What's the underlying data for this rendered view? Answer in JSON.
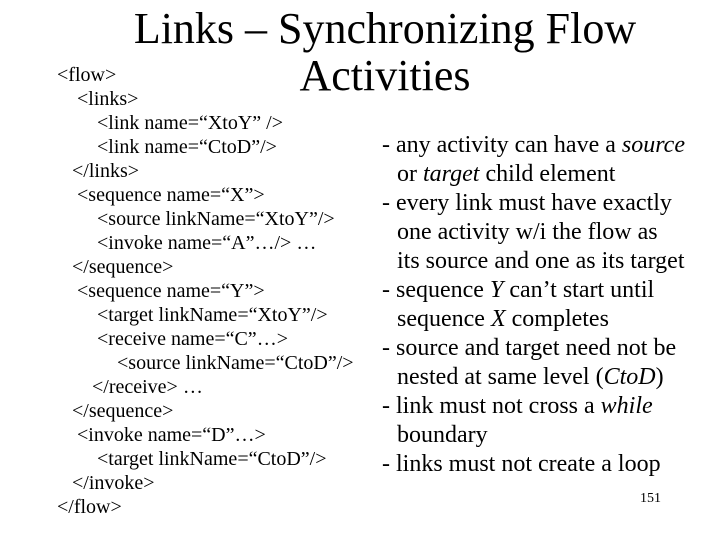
{
  "slide": {
    "title": {
      "line1": "Links – Synchronizing Flow",
      "line2": "Activities"
    },
    "page_number": "151",
    "colors": {
      "background": "#ffffff",
      "text": "#000000"
    }
  },
  "code_block": {
    "lines": [
      "<flow>",
      "    <links>",
      "        <link name=“XtoY” />",
      "        <link name=“CtoD”/>",
      "   </links>",
      "    <sequence name=“X”>",
      "        <source linkName=“XtoY”/>",
      "        <invoke name=“A”…/> …",
      "   </sequence>",
      "    <sequence name=“Y”>",
      "        <target linkName=“XtoY”/>",
      "        <receive name=“C”…>",
      "            <source linkName=“CtoD”/>",
      "       </receive> …",
      "   </sequence>",
      "    <invoke name=“D”…>",
      "        <target linkName=“CtoD”/>",
      "   </invoke>",
      "</flow>"
    ]
  },
  "bullets": {
    "items": [
      {
        "cont": false,
        "segments": [
          {
            "text": "- any activity can have a ",
            "italic": false
          },
          {
            "text": "source",
            "italic": true
          }
        ]
      },
      {
        "cont": true,
        "segments": [
          {
            "text": "or ",
            "italic": false
          },
          {
            "text": "target",
            "italic": true
          },
          {
            "text": " child element",
            "italic": false
          }
        ]
      },
      {
        "cont": false,
        "segments": [
          {
            "text": "- every link must have exactly",
            "italic": false
          }
        ]
      },
      {
        "cont": true,
        "segments": [
          {
            "text": "one activity w/i the flow as",
            "italic": false
          }
        ]
      },
      {
        "cont": true,
        "segments": [
          {
            "text": "its source and one as its target",
            "italic": false
          }
        ]
      },
      {
        "cont": false,
        "segments": [
          {
            "text": "- sequence ",
            "italic": false
          },
          {
            "text": "Y",
            "italic": true
          },
          {
            "text": " can’t start until",
            "italic": false
          }
        ]
      },
      {
        "cont": true,
        "segments": [
          {
            "text": "sequence ",
            "italic": false
          },
          {
            "text": "X",
            "italic": true
          },
          {
            "text": " completes",
            "italic": false
          }
        ]
      },
      {
        "cont": false,
        "segments": [
          {
            "text": "- source and target need not be",
            "italic": false
          }
        ]
      },
      {
        "cont": true,
        "segments": [
          {
            "text": "nested at same level (",
            "italic": false
          },
          {
            "text": "CtoD",
            "italic": true
          },
          {
            "text": ")",
            "italic": false
          }
        ]
      },
      {
        "cont": false,
        "segments": [
          {
            "text": "- link must not cross a ",
            "italic": false
          },
          {
            "text": "while",
            "italic": true
          }
        ]
      },
      {
        "cont": true,
        "segments": [
          {
            "text": "boundary",
            "italic": false
          }
        ]
      },
      {
        "cont": false,
        "segments": [
          {
            "text": "- links must not create a loop",
            "italic": false
          }
        ]
      }
    ]
  }
}
